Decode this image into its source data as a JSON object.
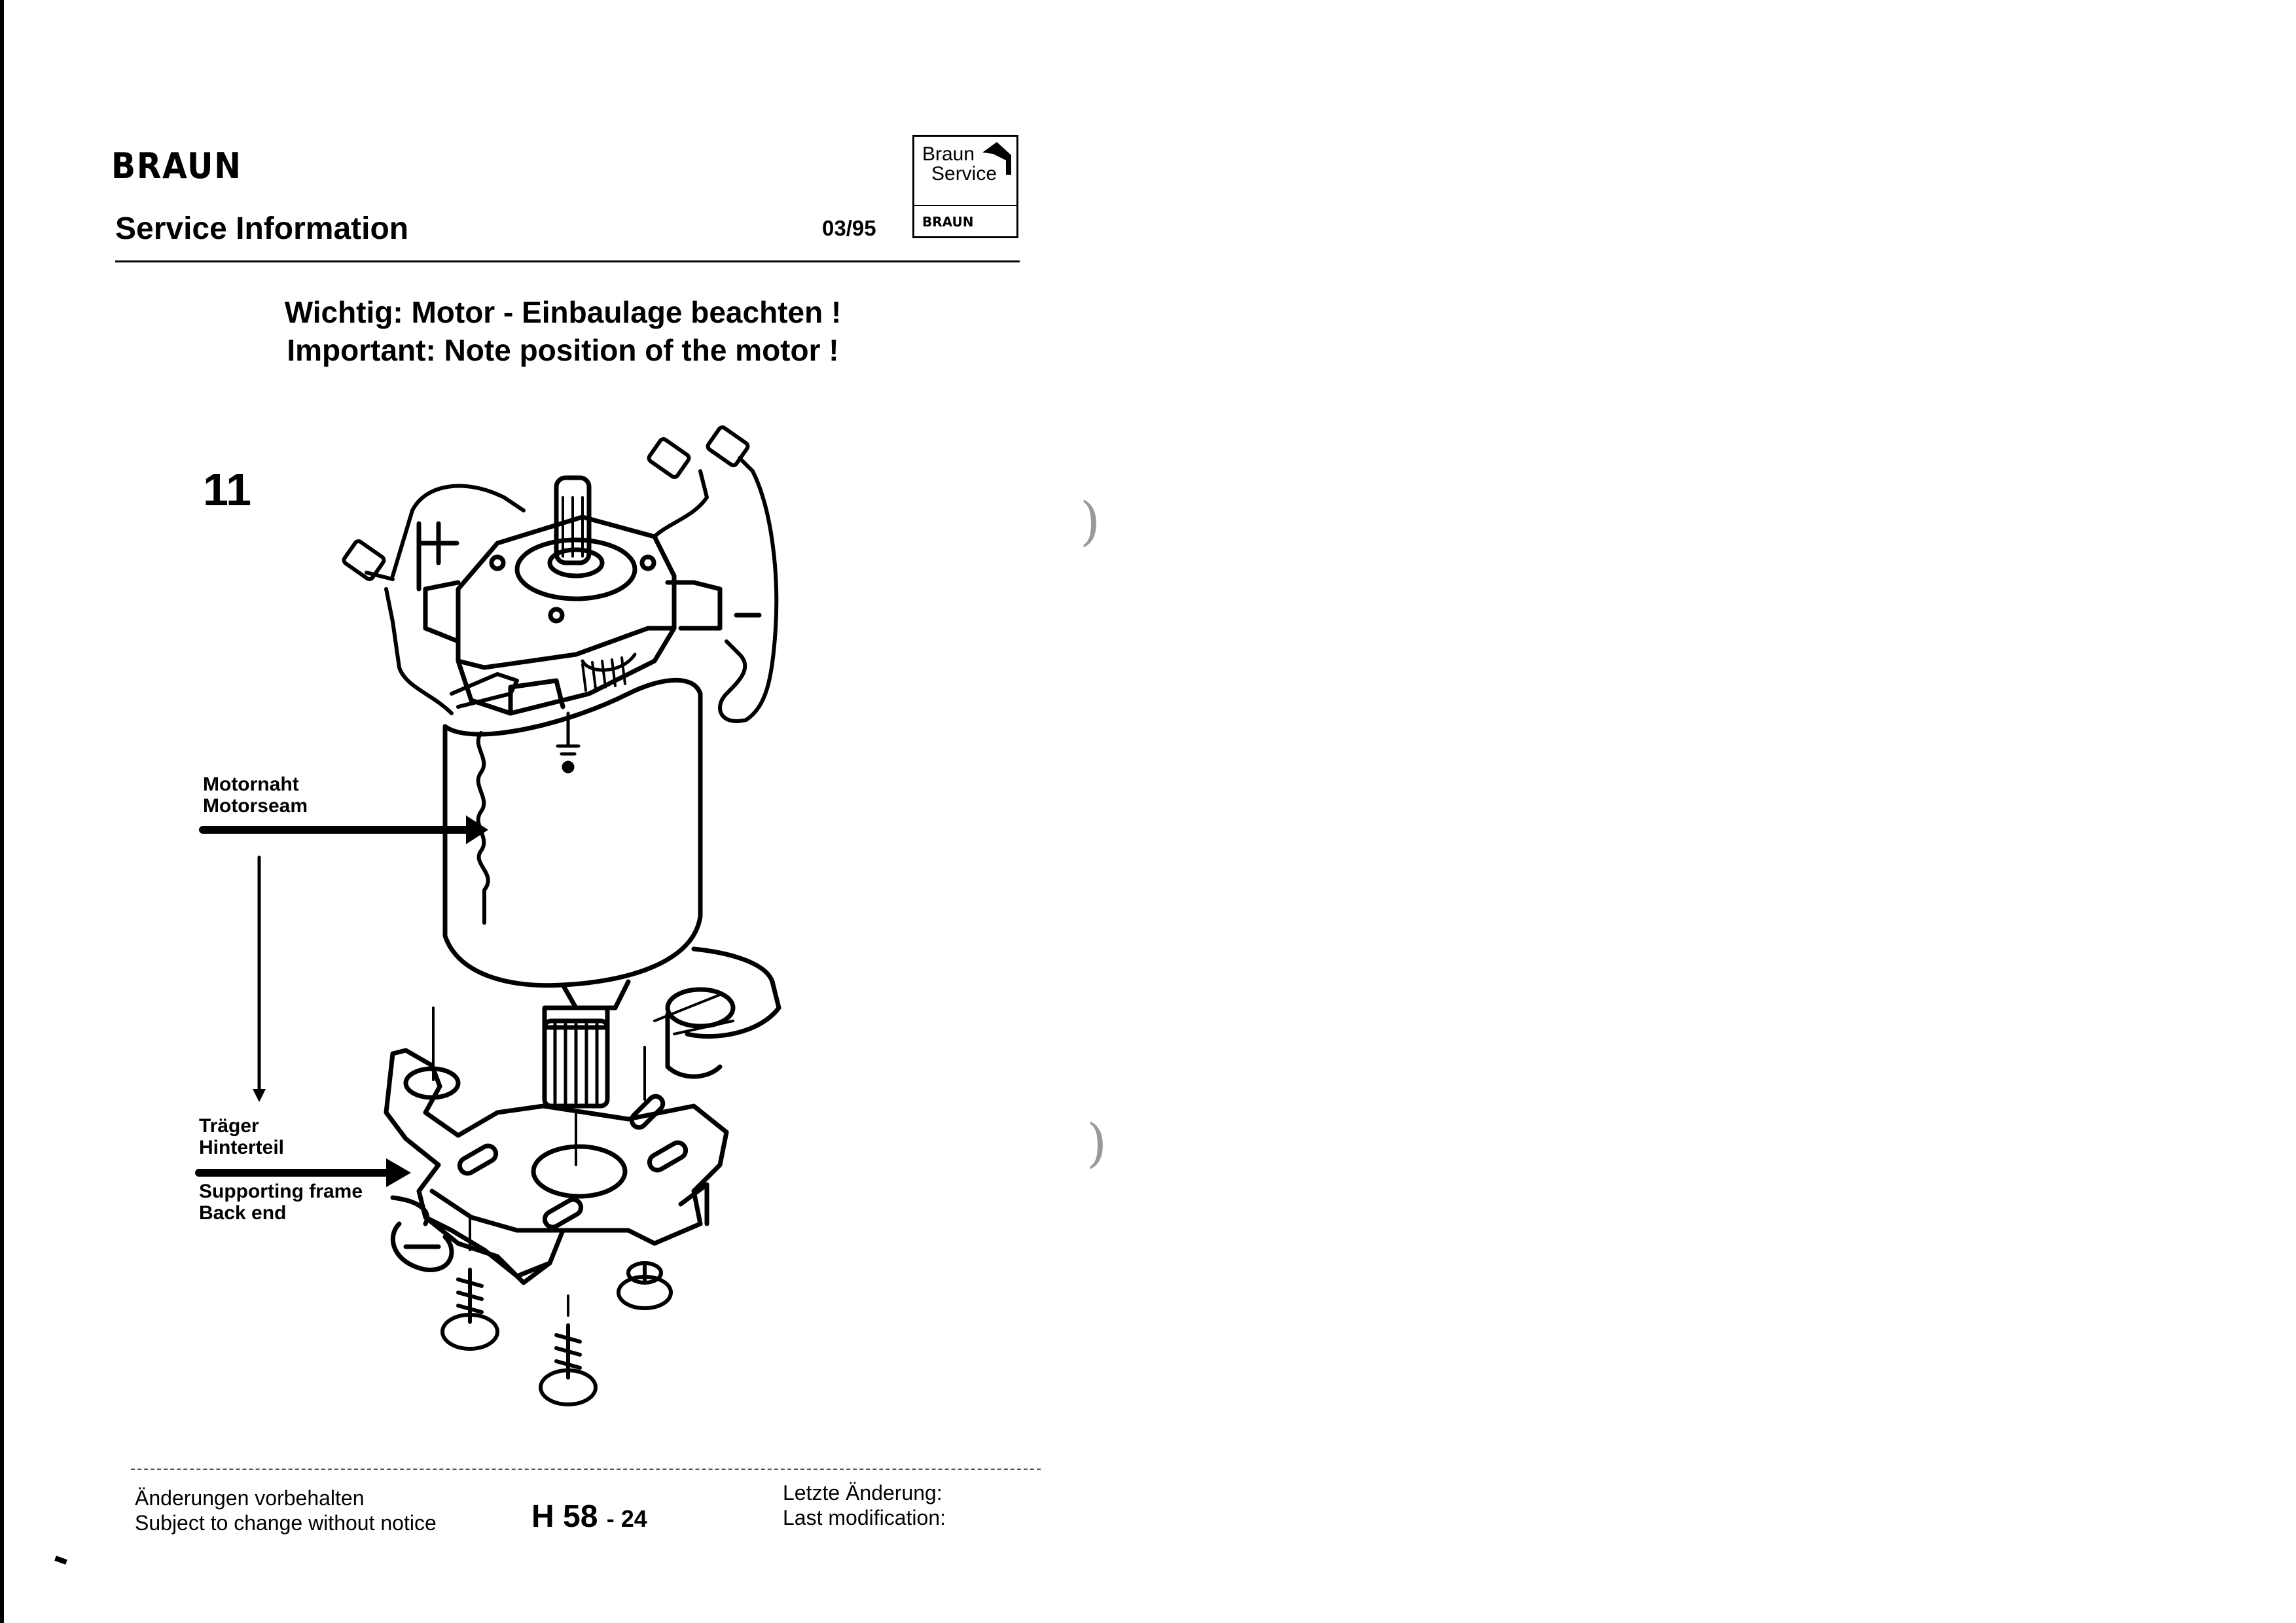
{
  "header": {
    "brand": "BRAUN",
    "title": "Service Information",
    "date": "03/95",
    "service_box": {
      "line1": "Braun",
      "line2": "Service",
      "brand_small": "BRAUN"
    }
  },
  "warning": {
    "de": "Wichtig: Motor - Einbaulage beachten !",
    "en": "Important: Note position of the motor !"
  },
  "step_number": "11",
  "labels": {
    "motorseam_de": "Motornaht",
    "motorseam_en": "Motorseam",
    "frame_de_1": "Träger",
    "frame_de_2": "Hinterteil",
    "frame_en_1": "Supporting frame",
    "frame_en_2": "Back end"
  },
  "footer": {
    "notice_de": "Änderungen vorbehalten",
    "notice_en": "Subject to change without notice",
    "code": "H 58",
    "page": "- 24",
    "modified_de": "Letzte Änderung:",
    "modified_en": "Last modification:"
  }
}
